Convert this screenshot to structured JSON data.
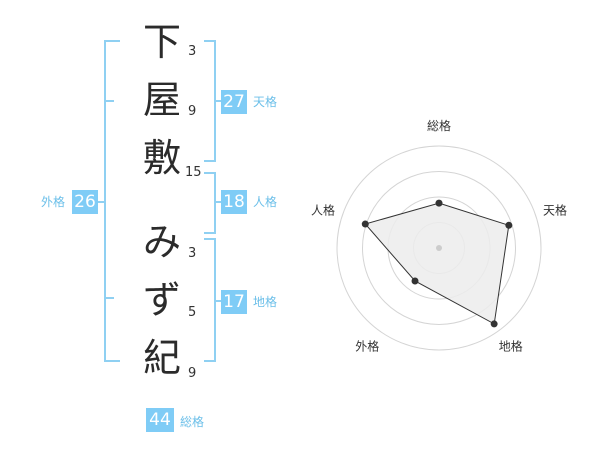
{
  "name_chars": [
    {
      "char": "下",
      "strokes": "3"
    },
    {
      "char": "屋",
      "strokes": "9"
    },
    {
      "char": "敷",
      "strokes": "15"
    },
    {
      "char": "み",
      "strokes": "3"
    },
    {
      "char": "ず",
      "strokes": "5"
    },
    {
      "char": "紀",
      "strokes": "9"
    }
  ],
  "kaku": {
    "tenkaku": {
      "value": "27",
      "label": "天格"
    },
    "jinkaku": {
      "value": "18",
      "label": "人格"
    },
    "chikaku": {
      "value": "17",
      "label": "地格"
    },
    "gaikaku": {
      "value": "26",
      "label": "外格"
    },
    "soukaku": {
      "value": "44",
      "label": "総格"
    }
  },
  "chart_data": {
    "type": "radar",
    "axes": [
      "総格",
      "天格",
      "地格",
      "外格",
      "人格"
    ],
    "values": [
      2.2,
      3.6,
      4.6,
      2.0,
      3.8
    ],
    "max": 5,
    "rings": 4,
    "colors": {
      "fill": "#ececec",
      "stroke": "#333333",
      "ring": "#d4d4d4",
      "point": "#333333"
    }
  }
}
